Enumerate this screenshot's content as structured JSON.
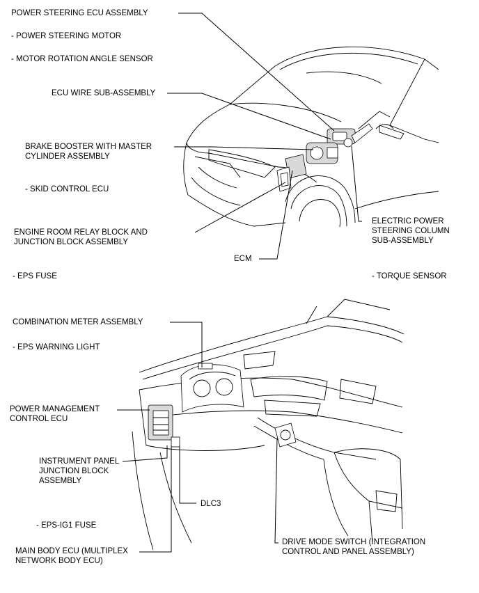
{
  "labels": {
    "power_steering_ecu": "POWER STEERING ECU ASSEMBLY",
    "power_steering_motor": "- POWER STEERING MOTOR",
    "motor_rotation_sensor": "- MOTOR ROTATION ANGLE SENSOR",
    "ecu_wire": "ECU WIRE SUB-ASSEMBLY",
    "brake_booster": "BRAKE BOOSTER WITH MASTER\nCYLINDER ASSEMBLY",
    "skid_control_ecu": "- SKID CONTROL ECU",
    "engine_room_relay": "ENGINE ROOM RELAY BLOCK AND\nJUNCTION BLOCK ASSEMBLY",
    "ecm": "ECM",
    "eps_fuse": "- EPS FUSE",
    "eps_column": "ELECTRIC POWER\nSTEERING COLUMN\nSUB-ASSEMBLY",
    "torque_sensor": "- TORQUE SENSOR",
    "combination_meter": "COMBINATION METER ASSEMBLY",
    "eps_warning_light": "- EPS WARNING LIGHT",
    "power_management_ecu": "POWER MANAGEMENT\nCONTROL ECU",
    "instrument_panel_jb": "INSTRUMENT PANEL\nJUNCTION BLOCK\nASSEMBLY",
    "dlc3": "DLC3",
    "eps_ig1_fuse": "- EPS-IG1 FUSE",
    "main_body_ecu": "MAIN BODY ECU (MULTIPLEX\nNETWORK BODY ECU)",
    "drive_mode_switch": "DRIVE MODE SWITCH (INTEGRATION\nCONTROL AND PANEL ASSEMBLY)"
  }
}
